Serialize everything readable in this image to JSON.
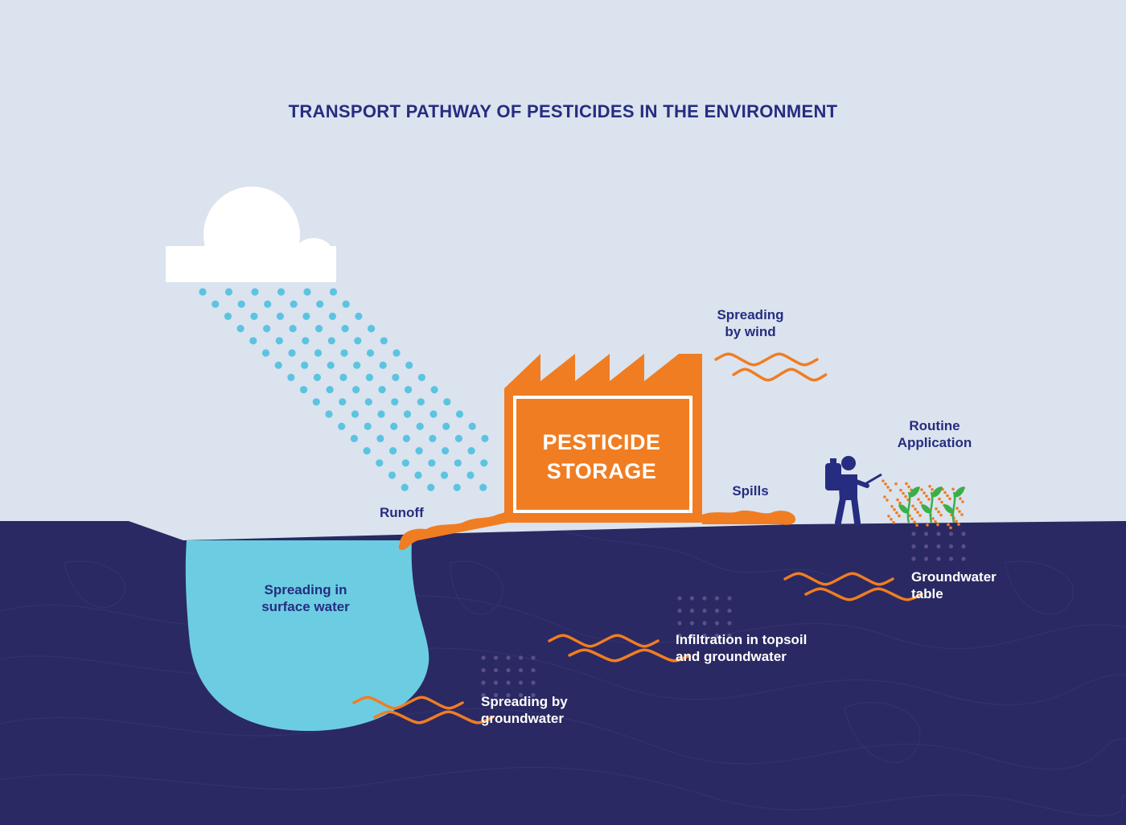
{
  "title": "TRANSPORT PATHWAY OF PESTICIDES IN THE ENVIRONMENT",
  "storage": {
    "label": "PESTICIDE\nSTORAGE"
  },
  "labels": {
    "runoff": "Runoff",
    "spills": "Spills",
    "wind": "Spreading\nby wind",
    "routine": "Routine\nApplication",
    "surface_water": "Spreading in\nsurface water",
    "groundwater_table": "Groundwater\ntable",
    "infiltration": "Infiltration in topsoil\nand groundwater",
    "groundwater_spread": "Spreading by\ngroundwater"
  },
  "colors": {
    "sky": "#dbe3ee",
    "ground": "#2a2963",
    "water": "#6ccde2",
    "pesticide_orange": "#f07d22",
    "rain": "#5bc4e0",
    "text_dark": "#262d80",
    "plant_green": "#3cae49"
  },
  "icons": [
    "cloud-icon",
    "factory-icon",
    "sprayer-person-icon",
    "plant-icon",
    "wave-icon"
  ]
}
